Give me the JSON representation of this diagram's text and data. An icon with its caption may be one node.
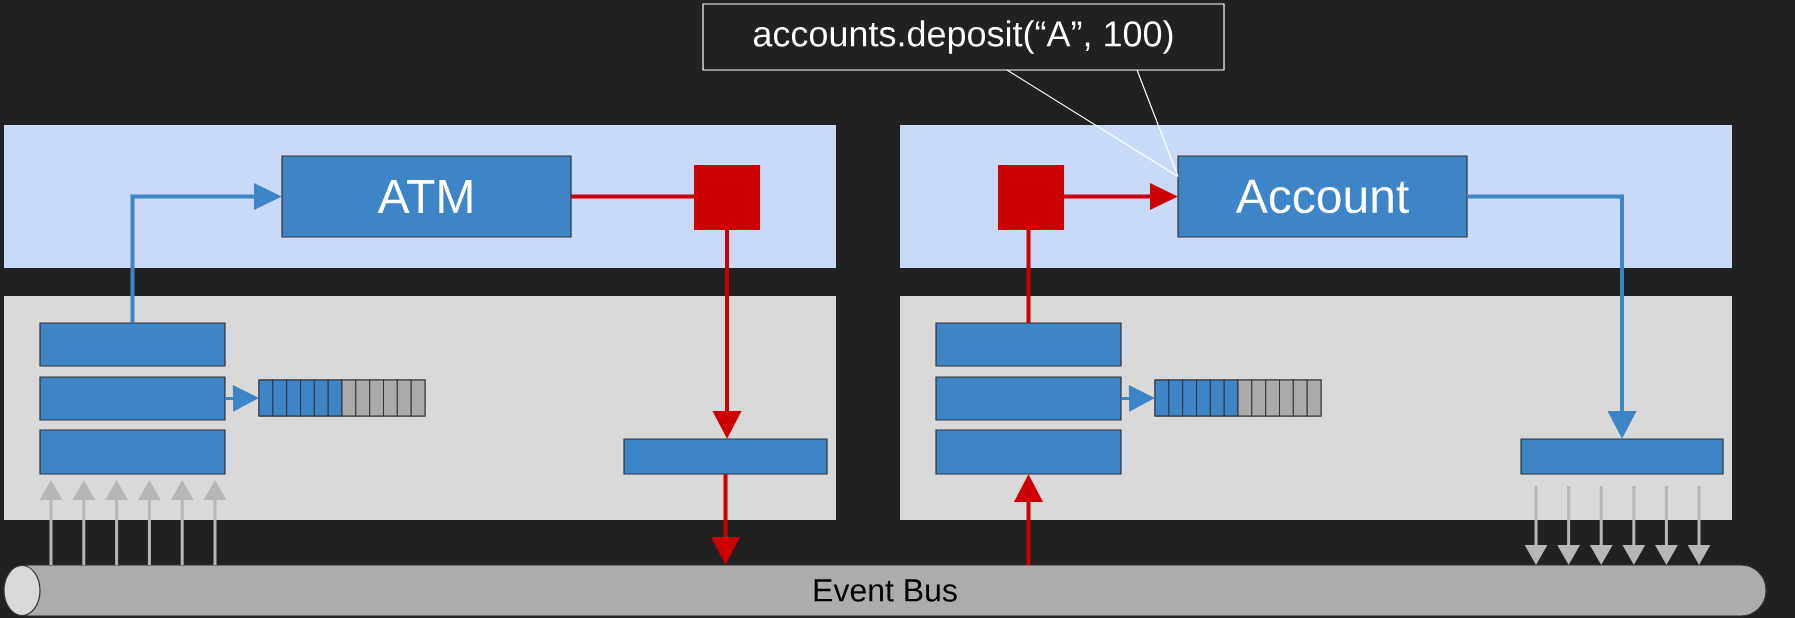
{
  "diagram": {
    "nodes": [
      {
        "text": [
          "accounts.deposit(“A”, 100)"
        ]
      },
      {
        "text": [],
        "shape": "box"
      },
      {
        "text": [
          "ATM"
        ],
        "in": 1
      },
      {
        "text": [],
        "shape": "box",
        "in": 1
      },
      {
        "text": [],
        "shape": "box"
      },
      {
        "text": [],
        "shape": "box",
        "in": 4
      },
      {
        "text": [],
        "shape": "box",
        "in": 4
      },
      {
        "text": [],
        "shape": "box",
        "in": 4
      },
      {
        "text": [],
        "shape": "box",
        "in": 4
      },
      {
        "text": [],
        "shape": "box",
        "in": 4
      },
      {
        "text": [],
        "shape": "box"
      },
      {
        "text": [],
        "shape": "box",
        "in": 10
      },
      {
        "text": [
          "Account"
        ],
        "in": 10
      },
      {
        "text": [],
        "shape": "box"
      },
      {
        "text": [],
        "shape": "box",
        "in": 13
      },
      {
        "text": [],
        "shape": "box",
        "in": 13
      },
      {
        "text": [],
        "shape": "box",
        "in": 13
      },
      {
        "text": [],
        "shape": "box",
        "in": 13
      },
      {
        "text": [],
        "shape": "box",
        "in": 13
      },
      {
        "text": [
          "Event Bus"
        ]
      }
    ],
    "edges": [
      {
        "from": 5,
        "to": 2,
        "arrow": "to",
        "color": "#3d85c6"
      },
      {
        "from": 2,
        "to": 3,
        "arrow": "none",
        "color": "#cc0000"
      },
      {
        "from": 3,
        "to": 9,
        "arrow": "to",
        "color": "#cc0000"
      },
      {
        "from": 9,
        "to": 19,
        "arrow": "to",
        "color": "#cc0000"
      },
      {
        "from": 6,
        "to": 8,
        "arrow": "to",
        "color": "#3d85c6"
      },
      {
        "from": 19,
        "to": 7,
        "arrow": "to",
        "color": "#b7b7b7"
      },
      {
        "from": 19,
        "to": 7,
        "arrow": "to",
        "color": "#b7b7b7"
      },
      {
        "from": 19,
        "to": 7,
        "arrow": "to",
        "color": "#b7b7b7"
      },
      {
        "from": 19,
        "to": 7,
        "arrow": "to",
        "color": "#b7b7b7"
      },
      {
        "from": 19,
        "to": 7,
        "arrow": "to",
        "color": "#b7b7b7"
      },
      {
        "from": 19,
        "to": 7,
        "arrow": "to",
        "color": "#b7b7b7"
      },
      {
        "from": 14,
        "to": 11,
        "arrow": "none",
        "color": "#cc0000"
      },
      {
        "from": 11,
        "to": 12,
        "arrow": "to",
        "color": "#cc0000"
      },
      {
        "from": 12,
        "to": 18,
        "arrow": "to",
        "color": "#3d85c6"
      },
      {
        "from": 15,
        "to": 17,
        "arrow": "to",
        "color": "#3d85c6"
      },
      {
        "from": 19,
        "to": 16,
        "arrow": "to",
        "color": "#cc0000"
      },
      {
        "from": 18,
        "to": 19,
        "arrow": "to",
        "color": "#b7b7b7"
      },
      {
        "from": 18,
        "to": 19,
        "arrow": "to",
        "color": "#b7b7b7"
      },
      {
        "from": 18,
        "to": 19,
        "arrow": "to",
        "color": "#b7b7b7"
      },
      {
        "from": 18,
        "to": 19,
        "arrow": "to",
        "color": "#b7b7b7"
      },
      {
        "from": 18,
        "to": 19,
        "arrow": "to",
        "color": "#b7b7b7"
      },
      {
        "from": 18,
        "to": 19,
        "arrow": "to",
        "color": "#b7b7b7"
      },
      {
        "from": 0,
        "to": 12,
        "arrow": "none",
        "color": "#ffffff"
      }
    ]
  }
}
